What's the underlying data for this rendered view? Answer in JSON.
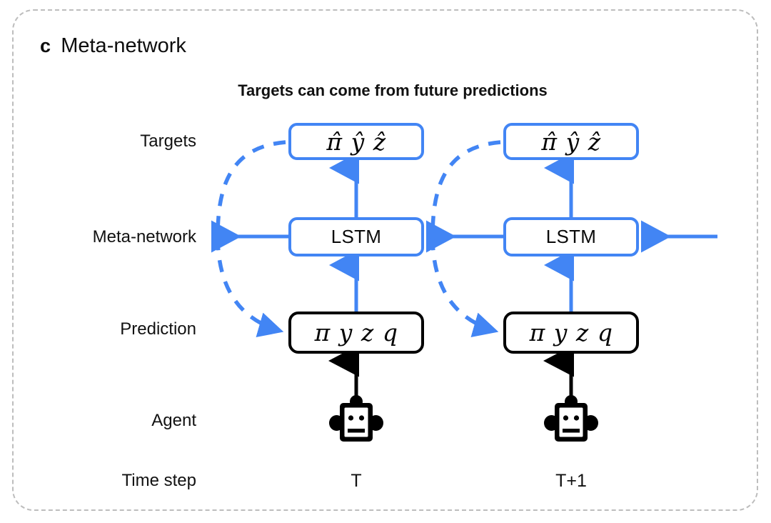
{
  "panel": {
    "letter": "c",
    "title": "Meta-network",
    "caption": "Targets can come from future predictions",
    "border_color": "#bdbdbd"
  },
  "colors": {
    "accent_blue": "#4285f4",
    "black": "#000000",
    "text": "#111111",
    "panel_dash": "#bdbdbd"
  },
  "row_labels": {
    "targets": "Targets",
    "meta_network": "Meta-network",
    "prediction": "Prediction",
    "agent": "Agent",
    "time_step": "Time step"
  },
  "columns": [
    {
      "id": "t",
      "time_step": "T",
      "targets_symbols": [
        "π̂",
        "ŷ",
        "ẑ"
      ],
      "lstm_label": "LSTM",
      "prediction_symbols": [
        "π",
        "y",
        "z",
        "q"
      ],
      "agent_icon": "robot-icon"
    },
    {
      "id": "t1",
      "time_step": "T+1",
      "targets_symbols": [
        "π̂",
        "ŷ",
        "ẑ"
      ],
      "lstm_label": "LSTM",
      "prediction_symbols": [
        "π",
        "y",
        "z",
        "q"
      ],
      "agent_icon": "robot-icon"
    }
  ],
  "edges": [
    {
      "name": "agent-to-prediction-t",
      "style": "solid",
      "color": "#000000"
    },
    {
      "name": "agent-to-prediction-t1",
      "style": "solid",
      "color": "#000000"
    },
    {
      "name": "prediction-to-lstm-t",
      "style": "solid",
      "color": "#4285f4"
    },
    {
      "name": "prediction-to-lstm-t1",
      "style": "solid",
      "color": "#4285f4"
    },
    {
      "name": "lstm-to-targets-t",
      "style": "solid",
      "color": "#4285f4"
    },
    {
      "name": "lstm-to-targets-t1",
      "style": "solid",
      "color": "#4285f4"
    },
    {
      "name": "lstm-recurrent-t1-to-t",
      "style": "solid",
      "color": "#4285f4"
    },
    {
      "name": "lstm-recurrent-t-to-left",
      "style": "solid",
      "color": "#4285f4"
    },
    {
      "name": "lstm-recurrent-incoming-right",
      "style": "solid",
      "color": "#4285f4"
    },
    {
      "name": "targets-to-prediction-feedback-t",
      "style": "dashed",
      "color": "#4285f4"
    },
    {
      "name": "targets-to-prediction-feedback-t1",
      "style": "dashed",
      "color": "#4285f4"
    }
  ]
}
